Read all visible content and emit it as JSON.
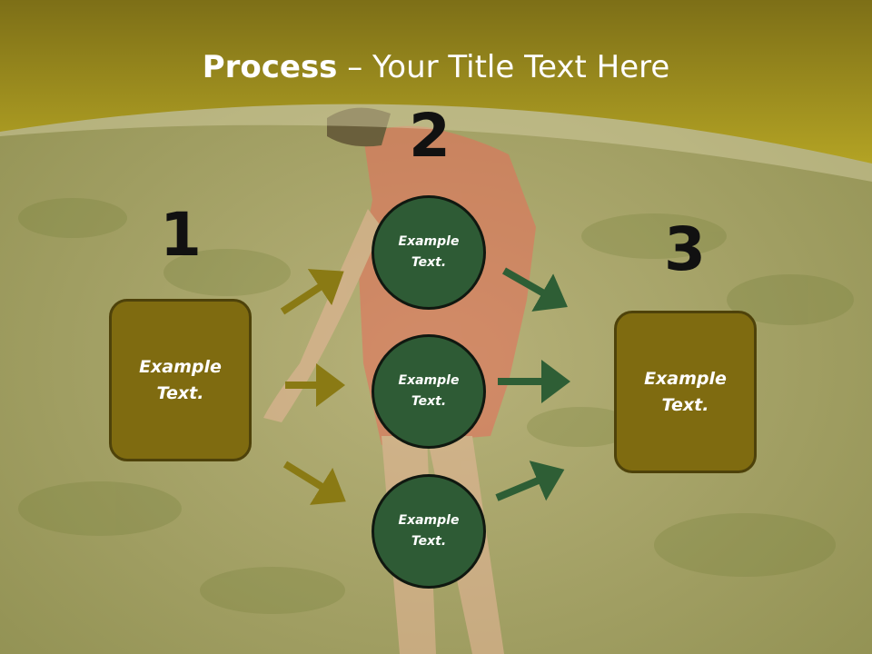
{
  "slide": {
    "title_bold": "Process",
    "title_rest": " – Your Title Text Here",
    "steps": [
      "1",
      "2",
      "3"
    ],
    "box_left": "Example Text.",
    "box_right": "Example Text.",
    "circles": [
      "Example Text.",
      "Example Text.",
      "Example Text."
    ],
    "colors": {
      "header": "#9a8a1c",
      "box": "#7f6b10",
      "circle": "#2e5b35",
      "arrow_left": "#8a7a14",
      "arrow_right": "#2e5e35"
    }
  }
}
